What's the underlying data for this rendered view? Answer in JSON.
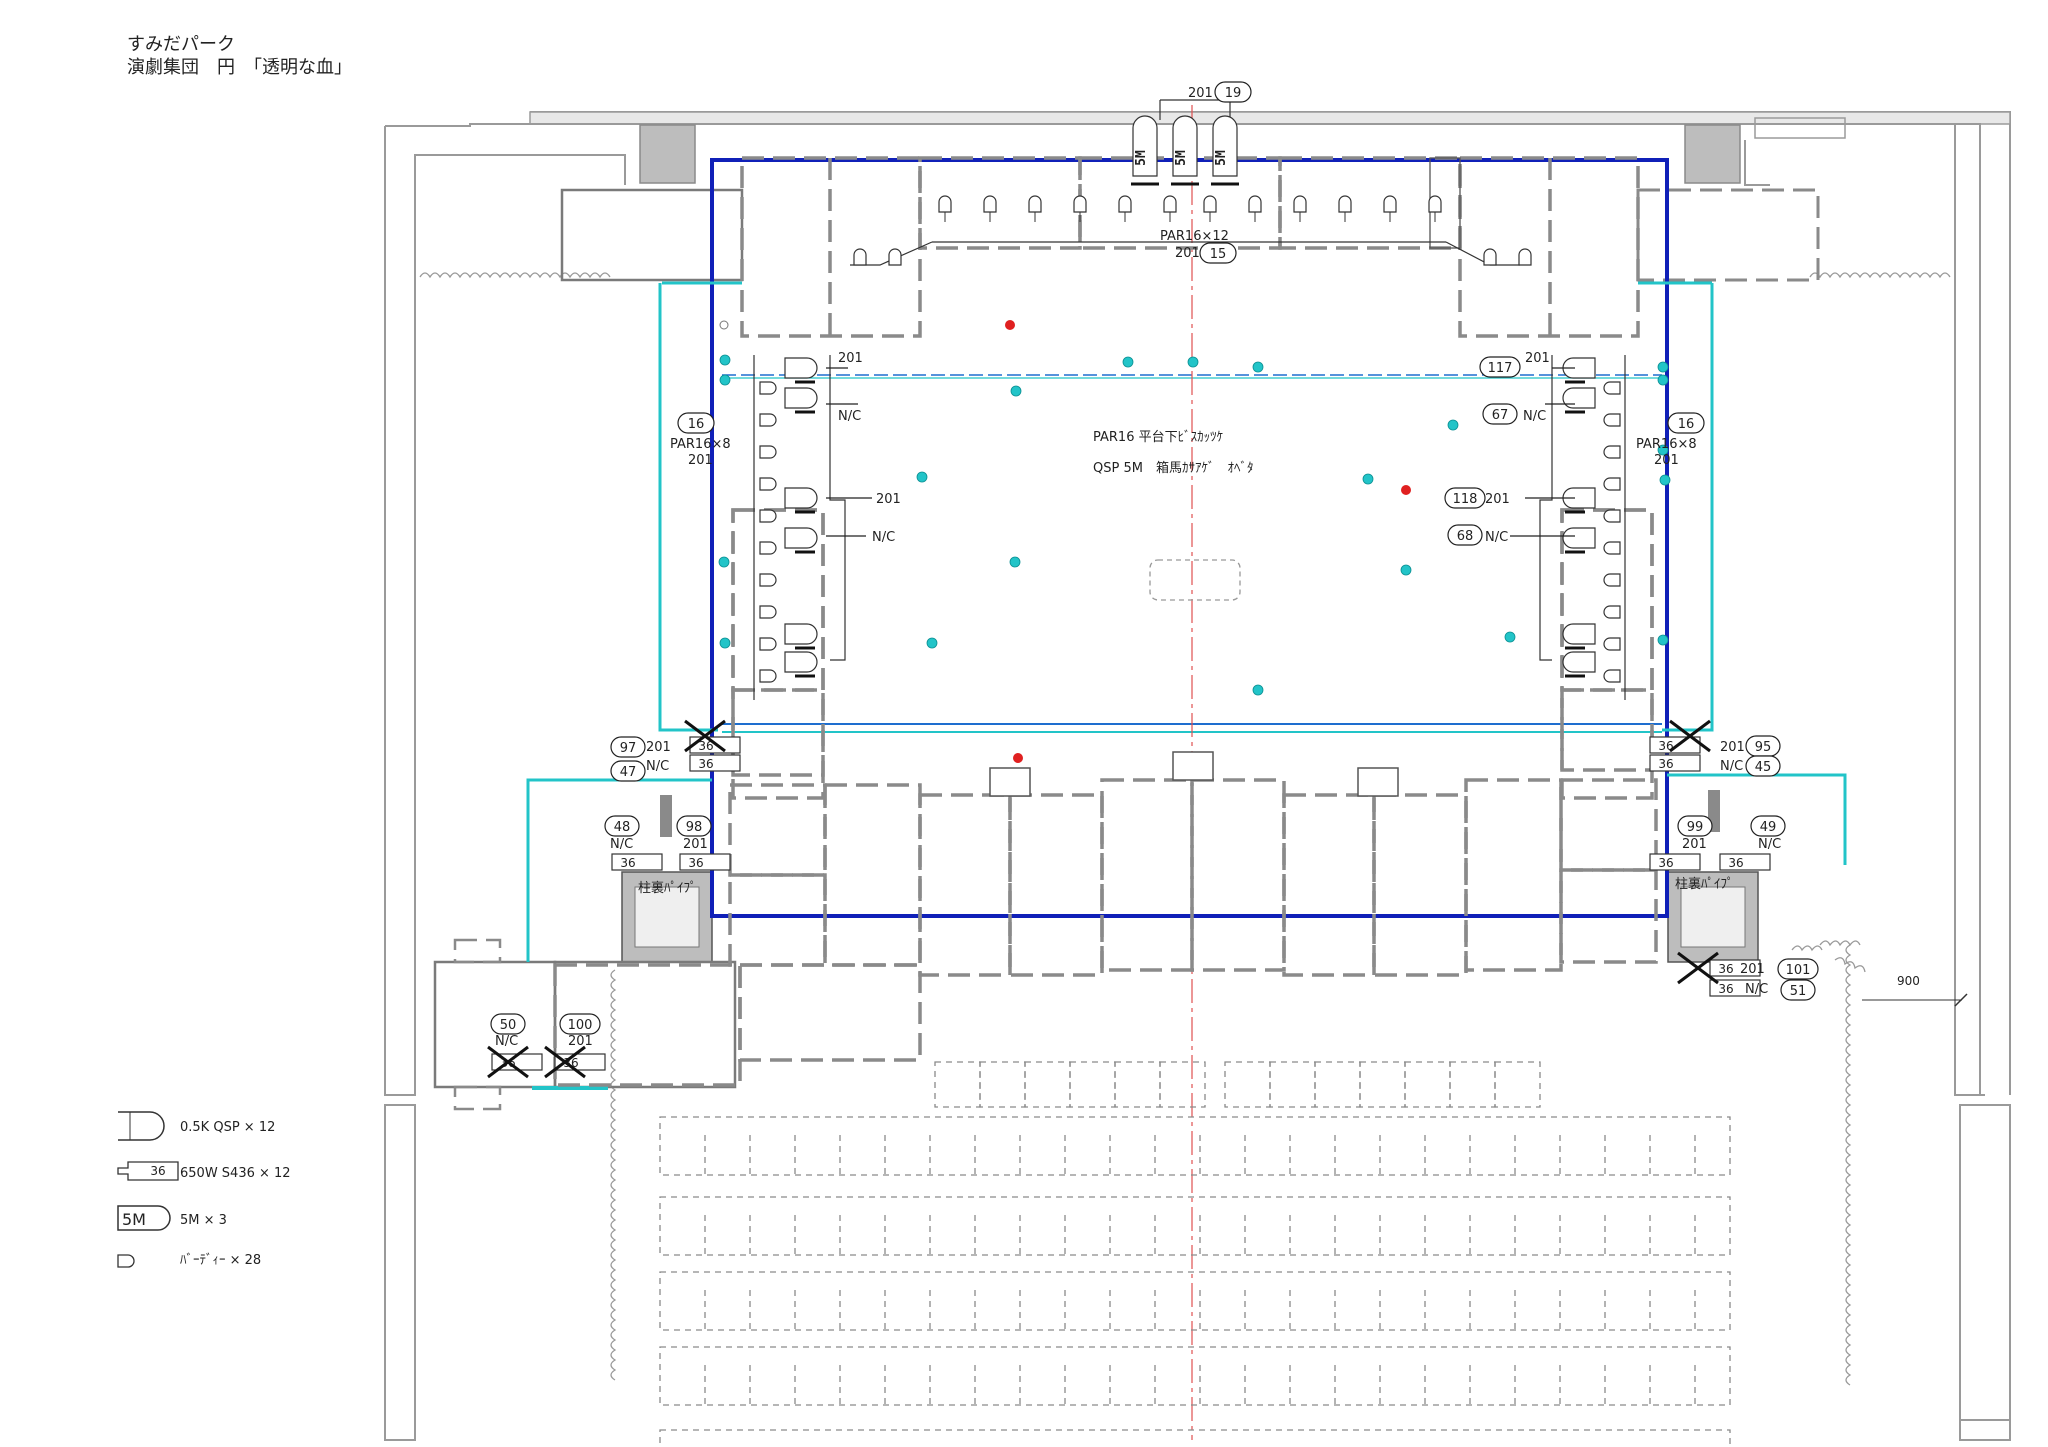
{
  "header": {
    "venue": "すみだパーク",
    "production": "演劇集団　円　「透明な血」"
  },
  "stage_notes": {
    "line1": "PAR16 平台下ﾋﾞｽｶｯﾂｹ",
    "line2": "QSP 5M　箱馬ｶｻｱｹﾞ　ｵﾍﾞﾀ"
  },
  "upstage": {
    "top_color": "201",
    "top_channel": "19",
    "unit_label": "5M",
    "par_label": "PAR16×12",
    "par_color": "201",
    "par_channel": "15"
  },
  "side_left": {
    "channel": "16",
    "par": "PAR16×8",
    "color": "201"
  },
  "side_right": {
    "channel": "16",
    "par": "PAR16×8",
    "color": "201"
  },
  "labels": {
    "color_201": "201",
    "nc": "N/C",
    "unit_36": "36",
    "pillar": "柱裏ﾊﾟｲﾌﾟ",
    "dimension": "900"
  },
  "channels": {
    "ch117": "117",
    "ch67": "67",
    "ch118": "118",
    "ch68": "68",
    "ch97": "97",
    "ch47": "47",
    "ch95": "95",
    "ch45": "45",
    "ch48": "48",
    "ch98": "98",
    "ch99": "99",
    "ch49": "49",
    "ch101": "101",
    "ch51": "51",
    "ch50": "50",
    "ch100": "100"
  },
  "legend": [
    {
      "icon": "qsp-lamp-icon",
      "text": "0.5K QSP × 12"
    },
    {
      "icon": "s436-lamp-icon",
      "badge": "36",
      "text": "650W S436 × 12"
    },
    {
      "icon": "5m-unit-icon",
      "badge": "5M",
      "text": "5M × 3"
    },
    {
      "icon": "birdie-lamp-icon",
      "text": "ﾊﾞｰﾃﾞｨｰ × 28"
    }
  ],
  "colors": {
    "stage_outline": "#1020b8",
    "cyan": "#22c4c8",
    "red_marker": "#e02020",
    "wall": "#9a9a9a"
  }
}
